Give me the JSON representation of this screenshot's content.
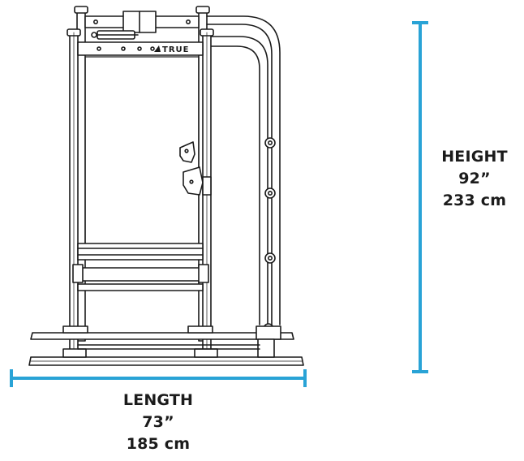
{
  "product": {
    "brand_logo_text": "TRUE"
  },
  "dimensions": {
    "height": {
      "title": "HEIGHT",
      "imperial": "92”",
      "metric": "233 cm"
    },
    "length": {
      "title": "LENGTH",
      "imperial": "73”",
      "metric": "185 cm"
    }
  },
  "colors": {
    "dimension_line": "#29a3d6",
    "outline": "#1a1a1a",
    "text": "#1b1b1b",
    "background": "#ffffff"
  }
}
